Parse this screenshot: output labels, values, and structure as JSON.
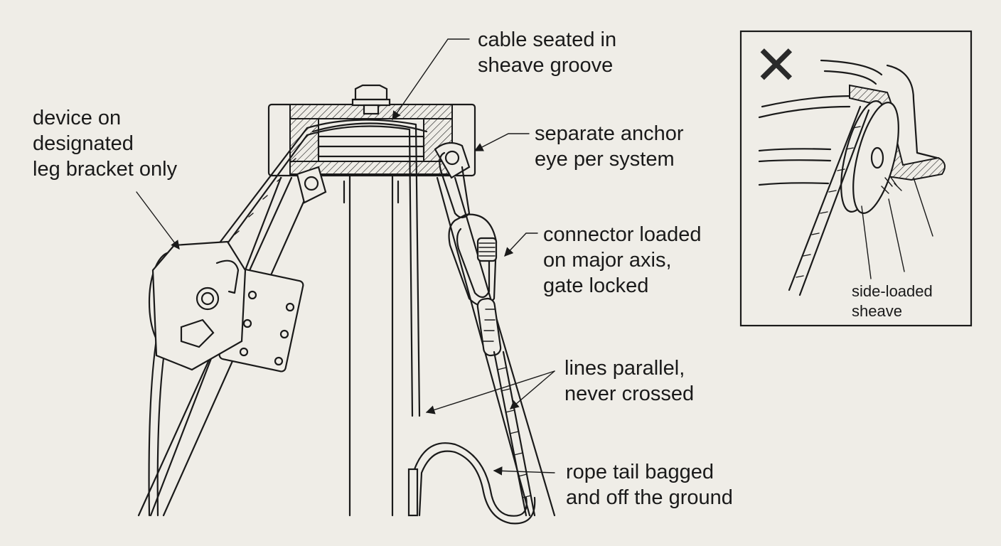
{
  "callouts": {
    "cable_seated": [
      "cable seated in",
      "sheave groove"
    ],
    "device_on_leg": [
      "device on",
      "designated",
      "leg bracket only"
    ],
    "anchor_eye": [
      "separate anchor",
      "eye per system"
    ],
    "connector": [
      "connector loaded",
      "on major axis,",
      "gate locked"
    ],
    "lines_parallel": [
      "lines parallel,",
      "never crossed"
    ],
    "rope_tail": [
      "rope tail bagged",
      "and off the ground"
    ]
  },
  "inset": {
    "mark": "✕",
    "label": [
      "side-loaded",
      "sheave"
    ]
  },
  "colors": {
    "paper": "#efede7",
    "ink": "#1a1a1a"
  }
}
